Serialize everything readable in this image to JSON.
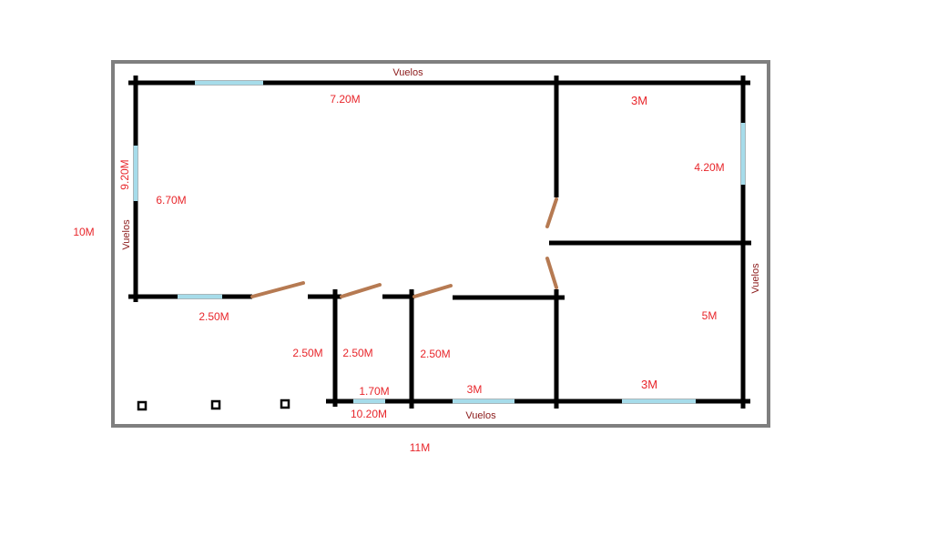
{
  "colors": {
    "wall": "#000000",
    "window": "#a6dcea",
    "door": "#b67a52",
    "frame": "#7f7f7f",
    "dimension_text": "#e8262b",
    "vuelos_text": "#8b1a1a"
  },
  "labels": {
    "top_vuelos": "Vuelos",
    "bottom_vuelos": "Vuelos",
    "left_vuelos": "Vuelos",
    "right_vuelos": "Vuelos",
    "overall_height": "10M",
    "overall_width": "11M",
    "left_wall_length": "9.20M",
    "main_room_width": "7.20M",
    "main_room_depth": "6.70M",
    "front_room_width": "3M",
    "front_room_depth": "4.20M",
    "back_room_depth": "5M",
    "back_room_width": "3M",
    "left_segment": "2.50M",
    "room1_depth": "2.50M",
    "room2_depth": "2.50M",
    "room3_depth": "2.50M",
    "room2_width": "1.70M",
    "bottom_wall_length": "10.20M",
    "room3_width": "3M"
  },
  "elements": {
    "posts": [
      "post",
      "post",
      "post"
    ]
  }
}
